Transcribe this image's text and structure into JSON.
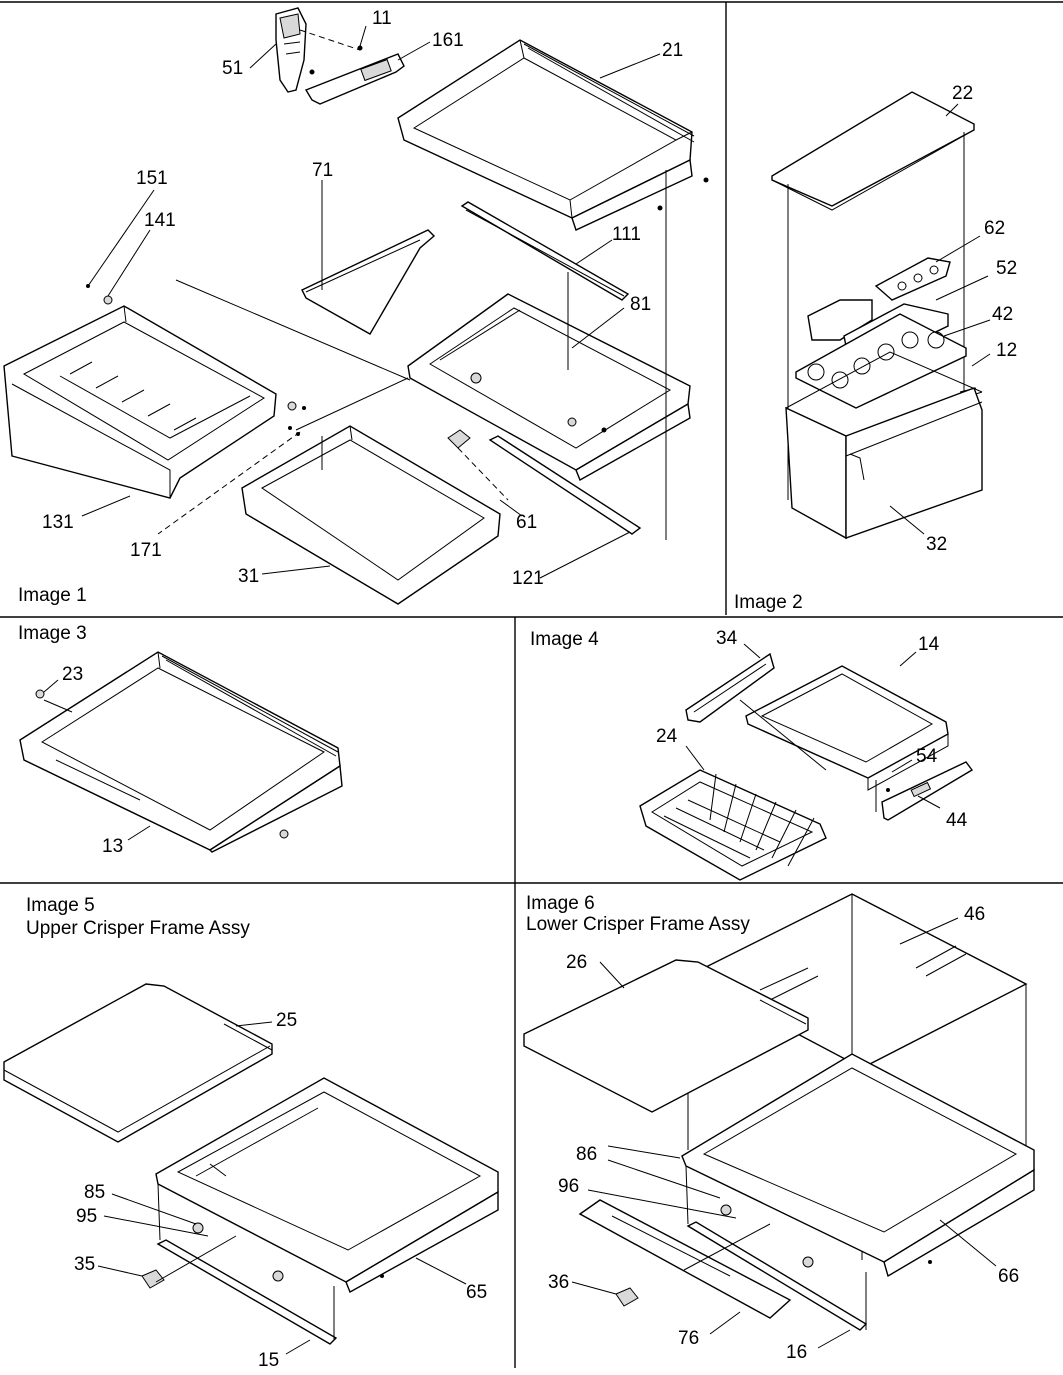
{
  "panels": [
    {
      "id": "image-1",
      "caption": "Image 1",
      "subtitle": ""
    },
    {
      "id": "image-2",
      "caption": "Image 2",
      "subtitle": ""
    },
    {
      "id": "image-3",
      "caption": "Image 3",
      "subtitle": ""
    },
    {
      "id": "image-4",
      "caption": "Image 4",
      "subtitle": ""
    },
    {
      "id": "image-5",
      "caption": "Image 5",
      "subtitle": "Upper Crisper Frame Assy"
    },
    {
      "id": "image-6",
      "caption": "Image 6",
      "subtitle": "Lower Crisper Frame Assy"
    }
  ],
  "callouts": {
    "p11": "11",
    "p161": "161",
    "p51": "51",
    "p21": "21",
    "p151": "151",
    "p141": "141",
    "p71": "71",
    "p111": "111",
    "p81": "81",
    "p131": "131",
    "p171": "171",
    "p61": "61",
    "p31": "31",
    "p121": "121",
    "p22": "22",
    "p62": "62",
    "p52": "52",
    "p42": "42",
    "p12": "12",
    "p32": "32",
    "p23": "23",
    "p13": "13",
    "p34": "34",
    "p14": "14",
    "p24": "24",
    "p54": "54",
    "p44": "44",
    "p25": "25",
    "p85": "85",
    "p95": "95",
    "p35": "35",
    "p65": "65",
    "p15": "15",
    "p46": "46",
    "p26": "26",
    "p86": "86",
    "p96": "96",
    "p36": "36",
    "p66": "66",
    "p76": "76",
    "p16": "16"
  }
}
